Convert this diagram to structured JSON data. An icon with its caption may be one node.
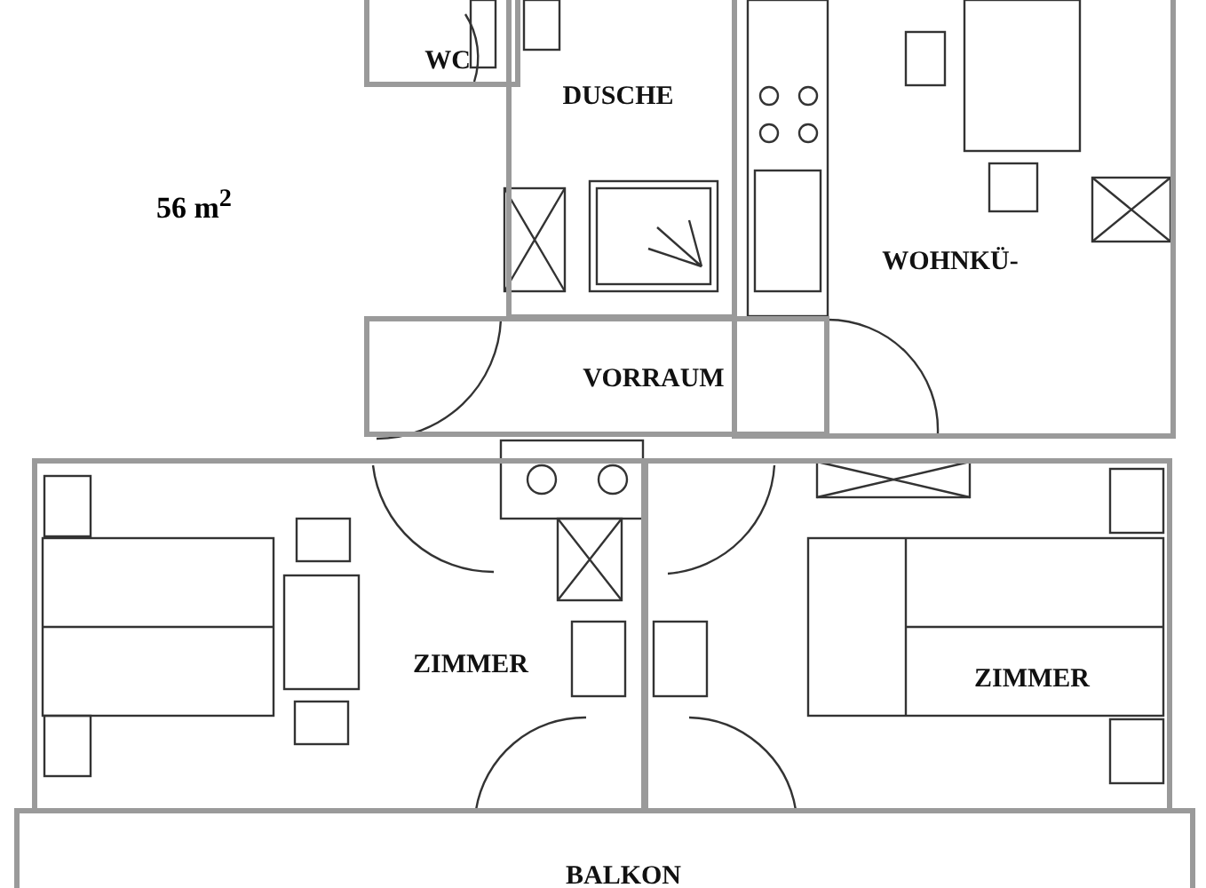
{
  "diagram": {
    "nodes": [
      {
        "text": [
          "WC"
        ]
      },
      {
        "text": [
          "DUSCHE"
        ]
      },
      {
        "text": [
          "WOHNKÜ-"
        ]
      },
      {
        "text": [
          "VORRAUM"
        ]
      },
      {
        "text": [
          "ZIMMER"
        ]
      },
      {
        "text": [
          "ZIMMER"
        ]
      },
      {
        "text": [
          "BALKON"
        ]
      }
    ],
    "labels": [
      "56 m$^{2}$"
    ]
  }
}
